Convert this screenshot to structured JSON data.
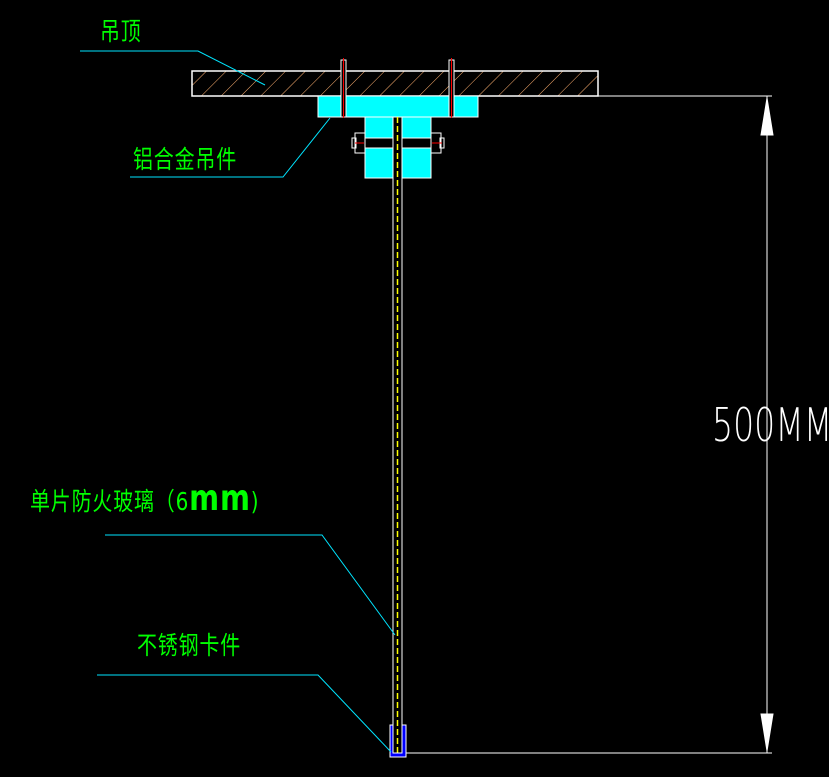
{
  "labels": {
    "ceiling": "吊顶",
    "bracket": "铝合金吊件",
    "glass_prefix": "单片防火玻璃（6",
    "glass_unit": "mm",
    "glass_suffix": ")",
    "clip": "不锈钢卡件"
  },
  "dimension": {
    "text": "500MM"
  },
  "colors": {
    "leader": "#00e5ff",
    "label": "#00ff00",
    "bracket": "#00ffff",
    "glass": "#ffff00",
    "clip": "#0000ff",
    "hatch": "#ffb070"
  }
}
